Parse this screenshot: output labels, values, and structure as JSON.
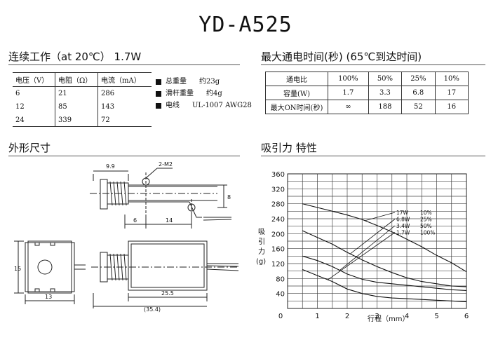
{
  "title": "YD-A525",
  "left_header": "连续工作（at 20℃） 1.7W",
  "right_header": "最大通电时间(秒) (65℃到达时间)",
  "elec_table": {
    "headers": [
      "电压（V）",
      "电阻（Ω）",
      "电流（mA）"
    ],
    "rows": [
      [
        "6",
        "21",
        "286"
      ],
      [
        "12",
        "85",
        "143"
      ],
      [
        "24",
        "339",
        "72"
      ]
    ]
  },
  "specs": [
    {
      "label": "总重量",
      "value": "约23g"
    },
    {
      "label": "滑杆重量",
      "value": "约4g"
    },
    {
      "label": "电线",
      "value": "UL-1007 AWG28"
    }
  ],
  "duty_table": {
    "rows": [
      [
        "通电比",
        "100%",
        "50%",
        "25%",
        "10%"
      ],
      [
        "容量(W)",
        "1.7",
        "3.3",
        "6.8",
        "17"
      ],
      [
        "最大ON时间(秒)",
        "∞",
        "188",
        "52",
        "16"
      ]
    ]
  },
  "dimensions_header": "外形尺寸",
  "force_header": "吸引力 特性",
  "drawing_labels": {
    "d_9_9": "9.9",
    "thread": "2-M2",
    "d_8": "8",
    "d_6": "6",
    "d_14": "14",
    "d_15": "15",
    "d_13": "13",
    "d_25_5": "25.5",
    "d_35_4": "(35.4)"
  },
  "chart_data": {
    "type": "line",
    "xlabel": "行程（mm）",
    "ylabel": "吸引力(g)",
    "xlim": [
      0,
      6
    ],
    "ylim": [
      0,
      360
    ],
    "x_ticks": [
      0,
      1,
      2,
      3,
      4,
      5,
      6
    ],
    "y_ticks": [
      40,
      80,
      120,
      160,
      200,
      240,
      280,
      320,
      360
    ],
    "grid": true,
    "legend": [
      {
        "power": "17W",
        "duty": "10%"
      },
      {
        "power": "6.8W",
        "duty": "25%"
      },
      {
        "power": "3.4W",
        "duty": "50%"
      },
      {
        "power": "1.7W",
        "duty": "100%"
      }
    ],
    "series": [
      {
        "name": "17W 10%",
        "x": [
          0.5,
          1,
          1.5,
          2,
          2.5,
          3,
          3.5,
          4,
          4.5,
          5,
          5.5,
          6
        ],
        "y": [
          280,
          270,
          260,
          250,
          238,
          222,
          205,
          185,
          165,
          142,
          122,
          98
        ]
      },
      {
        "name": "6.8W 25%",
        "x": [
          0.5,
          1,
          1.5,
          2,
          2.5,
          3,
          3.5,
          4,
          4.5,
          5,
          5.5,
          6
        ],
        "y": [
          208,
          190,
          172,
          150,
          130,
          112,
          96,
          82,
          72,
          66,
          60,
          58
        ]
      },
      {
        "name": "3.4W 50%",
        "x": [
          0.5,
          1,
          1.5,
          2,
          2.5,
          3,
          3.5,
          4,
          4.5,
          5,
          5.5,
          6
        ],
        "y": [
          140,
          128,
          112,
          92,
          78,
          70,
          66,
          62,
          58,
          54,
          50,
          48
        ]
      },
      {
        "name": "1.7W 100%",
        "x": [
          0.5,
          1,
          1.5,
          2,
          2.5,
          3,
          3.5,
          4,
          4.5,
          5,
          5.5,
          6
        ],
        "y": [
          104,
          88,
          72,
          52,
          40,
          32,
          28,
          26,
          24,
          22,
          20,
          18
        ]
      }
    ]
  }
}
